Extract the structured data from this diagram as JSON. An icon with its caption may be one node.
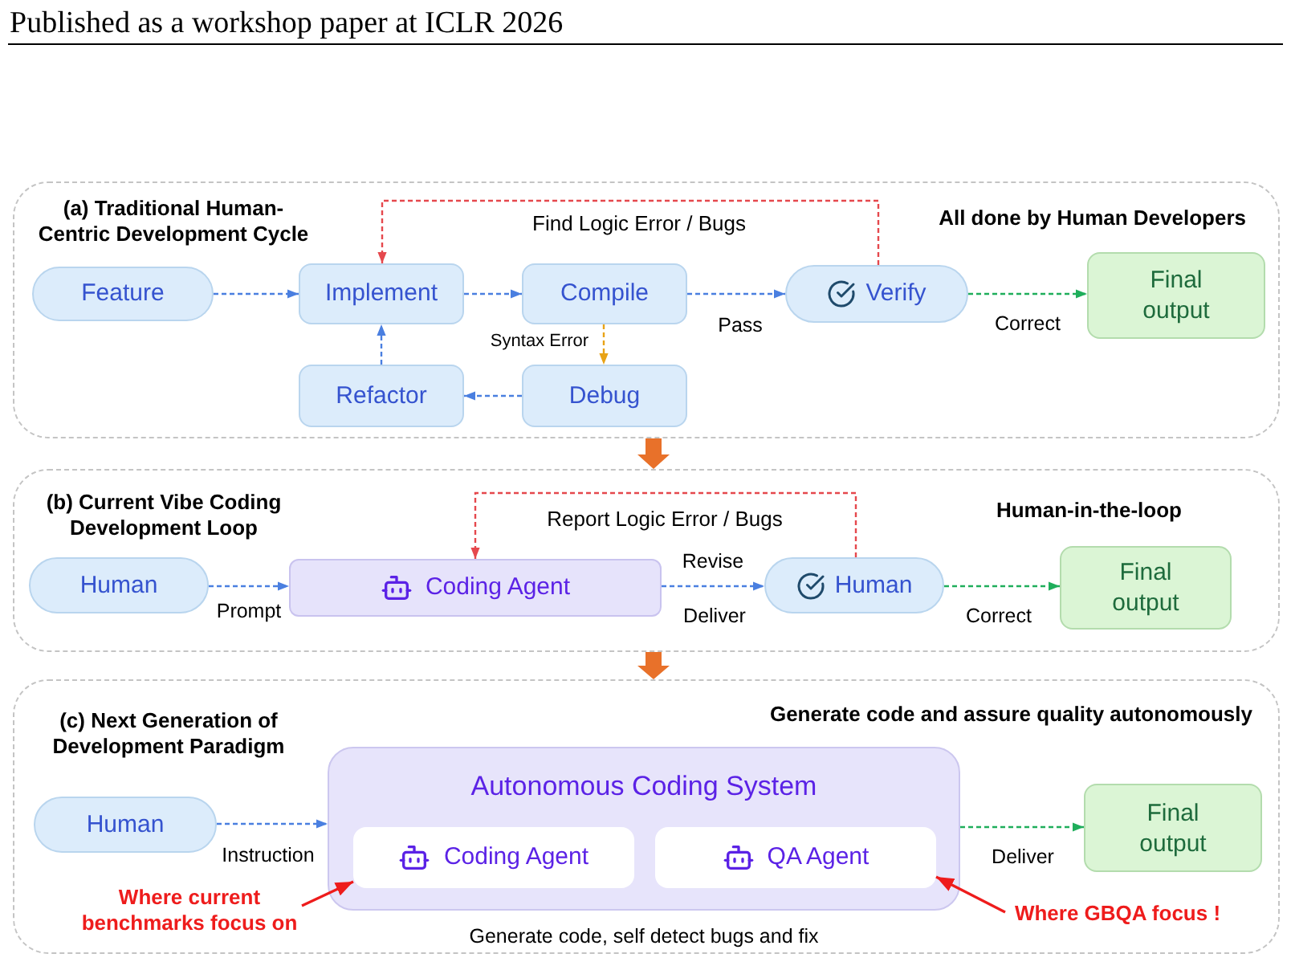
{
  "diagram": {
    "nodes": [
      {
        "text": [
          "(a) Traditional Human-Centric Development Cycle",
          "All done by Human Developers"
        ]
      },
      {
        "text": [
          "Feature"
        ],
        "in": 0
      },
      {
        "text": [
          "Implement"
        ],
        "in": 0
      },
      {
        "text": [
          "Compile"
        ],
        "in": 0
      },
      {
        "text": [
          "Verify"
        ],
        "in": 0
      },
      {
        "text": [
          "Final output"
        ],
        "in": 0
      },
      {
        "text": [
          "Refactor"
        ],
        "in": 0
      },
      {
        "text": [
          "Debug"
        ],
        "in": 0
      },
      {
        "text": [
          "(b) Current Vibe Coding Development Loop",
          "Human-in-the-loop"
        ]
      },
      {
        "text": [
          "Human"
        ],
        "in": 8
      },
      {
        "text": [
          "Coding Agent"
        ],
        "in": 8
      },
      {
        "text": [
          "Human"
        ],
        "in": 8
      },
      {
        "text": [
          "Final output"
        ],
        "in": 8
      },
      {
        "text": [
          "(c) Next Generation of Development Paradigm",
          "Generate code and assure quality autonomously"
        ]
      },
      {
        "text": [
          "Human"
        ],
        "in": 13
      },
      {
        "text": [
          "Autonomous Coding System"
        ],
        "in": 13,
        "beside": [
          "Generate code, self detect bugs and fix"
        ]
      },
      {
        "text": [
          "Coding Agent"
        ],
        "in": 15
      },
      {
        "text": [
          "QA Agent"
        ],
        "in": 15
      },
      {
        "text": [
          "Final output"
        ],
        "in": 13
      },
      {
        "text": [
          "Where current benchmarks focus on"
        ],
        "in": 13
      },
      {
        "text": [
          "Where GBQA focus !"
        ],
        "in": 13
      }
    ],
    "edges": [
      {
        "from": 1,
        "to": 2,
        "arrow": "to",
        "style": "dashed"
      },
      {
        "from": 2,
        "to": 3,
        "arrow": "to",
        "style": "dashed"
      },
      {
        "from": 3,
        "to": 4,
        "arrow": "to",
        "style": "dashed",
        "label": "Pass"
      },
      {
        "from": 4,
        "to": 5,
        "arrow": "to",
        "style": "dashed",
        "label": "Correct",
        "color": "#1fae5b"
      },
      {
        "from": 4,
        "to": 2,
        "arrow": "to",
        "style": "dashed",
        "label": "Find Logic Error / Bugs",
        "color": "#e5484d"
      },
      {
        "from": 3,
        "to": 7,
        "arrow": "to",
        "style": "dashed",
        "label": "Syntax Error",
        "color": "#e8a317"
      },
      {
        "from": 7,
        "to": 6,
        "arrow": "to",
        "style": "dashed"
      },
      {
        "from": 6,
        "to": 2,
        "arrow": "to",
        "style": "dashed"
      },
      {
        "from": 0,
        "to": 8,
        "arrow": "to",
        "style": "thick",
        "color": "#e8712a"
      },
      {
        "from": 9,
        "to": 10,
        "arrow": "to",
        "style": "dashed",
        "label": "Prompt"
      },
      {
        "from": 10,
        "to": 11,
        "arrow": "to",
        "style": "dashed",
        "label": "Deliver"
      },
      {
        "from": 11,
        "to": 10,
        "arrow": "to",
        "style": "dashed",
        "label": "Report Logic Error / Bugs",
        "color": "#e5484d"
      },
      {
        "from": 11,
        "to": 12,
        "arrow": "to",
        "style": "dashed",
        "label": "Correct",
        "color": "#1fae5b"
      },
      {
        "from": 8,
        "to": 13,
        "arrow": "to",
        "style": "thick",
        "color": "#e8712a"
      },
      {
        "from": 14,
        "to": 15,
        "arrow": "to",
        "style": "dashed",
        "label": "Instruction"
      },
      {
        "from": 15,
        "to": 18,
        "arrow": "to",
        "style": "dashed",
        "label": "Deliver",
        "color": "#1fae5b"
      },
      {
        "from": 19,
        "to": 16,
        "arrow": "to",
        "color": "#ee1c1c"
      },
      {
        "from": 20,
        "to": 17,
        "arrow": "to",
        "color": "#ee1c1c"
      }
    ],
    "labels": [
      "Published as a workshop paper at ICLR 2026",
      "Revise"
    ]
  }
}
